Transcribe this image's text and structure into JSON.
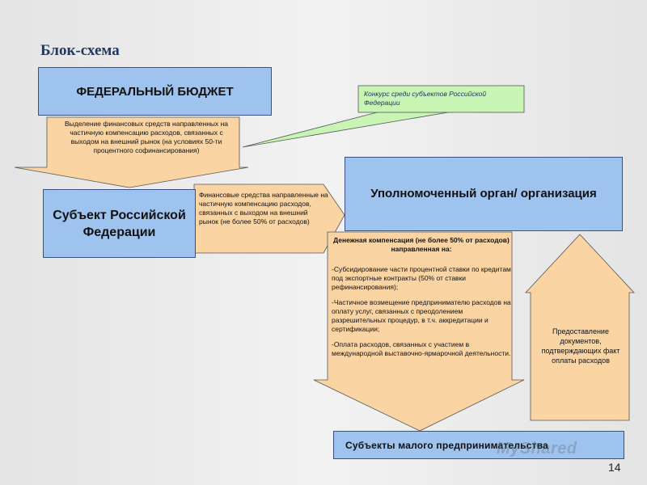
{
  "slide": {
    "title": "Блок-схема",
    "page_number": "14",
    "watermark": "MyShared"
  },
  "colors": {
    "box_fill": "#9dc3ee",
    "box_border": "#3b4f8c",
    "arrow_fill": "#fbd4a4",
    "callout_fill": "#c8f4b4"
  },
  "nodes": {
    "federal_budget": "ФЕДЕРАЛЬНЫЙ БЮДЖЕТ",
    "subject_rf": "Субъект Российской Федерации",
    "authorized_body": "Уполномоченный орган/ организация",
    "small_business": "Субъекты малого предпринимательства"
  },
  "callout": {
    "competition": "Конкурс среди субъектов Российской Федерации"
  },
  "arrows": {
    "budget_to_subject": "Выделение финансовых средств направленных на частичную компенсацию расходов, связанных с выходом на внешний рынок (на условиях 50-ти процентного софинансирования)",
    "subject_to_authorized": "Финансовые средства направленные на частичную компенсацию расходов, связанных с выходом на внешний рынок (не более 50% от расходов)",
    "compensation_title": "Денежная компенсация (не более 50% от расходов) направленная на:",
    "compensation_items": [
      "-Субсидирование части процентной ставки по кредитам под экспортные контракты (50% от ставки рефинансирования);",
      "-Частичное возмещение предпринимателю расходов на оплату услуг, связанных с преодолением разрешительных процедур, в т.ч. аккредитации и сертификации;",
      "-Оплата расходов, связанных с участием в международной выставочно-ярмарочной деятельности."
    ],
    "documents": "Предоставление документов, подтверждающих факт оплаты расходов"
  }
}
